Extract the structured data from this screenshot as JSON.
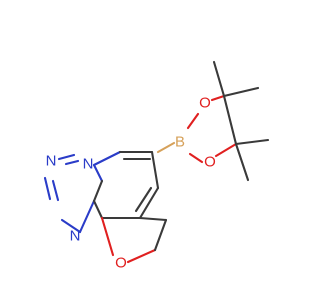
{
  "molecule": {
    "atom_labels": {
      "n_top": "N",
      "n_left": "N",
      "n_bridge": "N",
      "o_furan": "O",
      "boron": "B",
      "o_upper": "O",
      "o_lower": "O"
    },
    "colors": {
      "bond": "#3a3a3a",
      "nitrogen": "#2a3cc8",
      "oxygen": "#e02020",
      "boron": "#d6a15a"
    }
  }
}
